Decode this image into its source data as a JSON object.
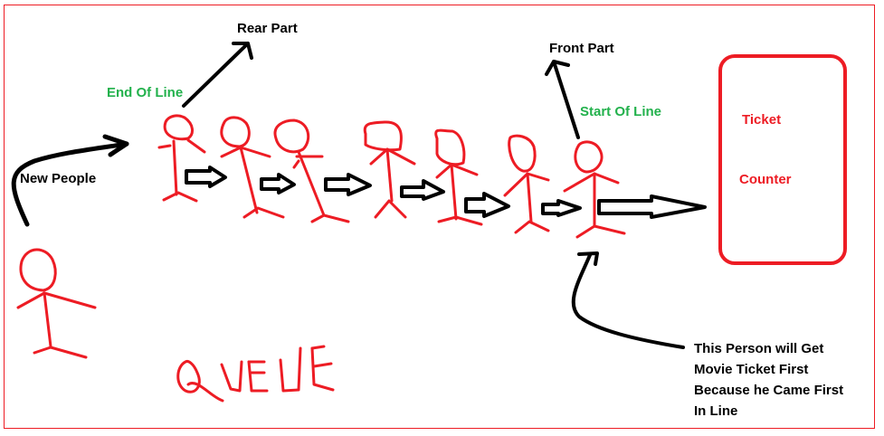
{
  "diagram": {
    "type": "queue-illustration",
    "title": "QUEUE",
    "colors": {
      "border": "#ed1c24",
      "figure": "#ed1c24",
      "arrow": "#000000",
      "label_green": "#22b14c",
      "label_black": "#000000",
      "label_red": "#ed1c24"
    },
    "labels": {
      "rear_part": "Rear Part",
      "front_part": "Front Part",
      "end_of_line": "End Of Line",
      "start_of_line": "Start Of Line",
      "new_people": "New People",
      "ticket": "Ticket",
      "counter": "Counter"
    },
    "note": {
      "lines": [
        "This Person will Get",
        "Movie Ticket First",
        "Because he Came First",
        "In Line"
      ]
    },
    "queue": {
      "people_in_line": 7,
      "arrows_between": 6,
      "new_person_count": 1
    }
  }
}
